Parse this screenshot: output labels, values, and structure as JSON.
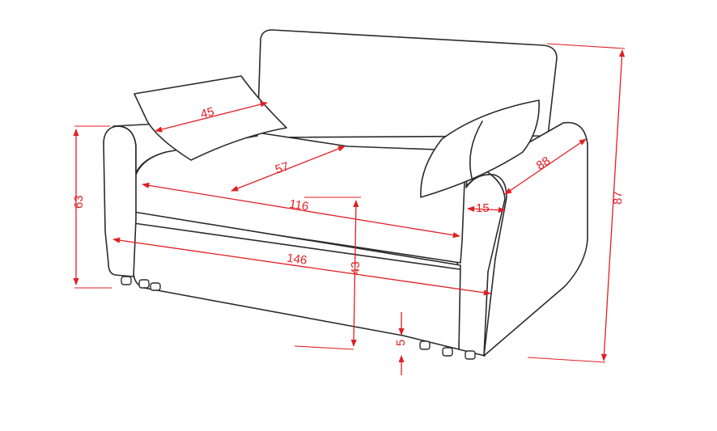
{
  "diagram": {
    "colors": {
      "outline": "#2b2b2b",
      "dimension": "#e31e24",
      "background": "#ffffff"
    },
    "dimensions": {
      "pillow_width": "45",
      "seat_depth": "57",
      "seat_width": "116",
      "total_width": "146",
      "seat_height": "43",
      "leg_height": "5",
      "arm_height": "63",
      "armrest_width": "15",
      "total_depth": "88",
      "total_height": "87"
    }
  }
}
